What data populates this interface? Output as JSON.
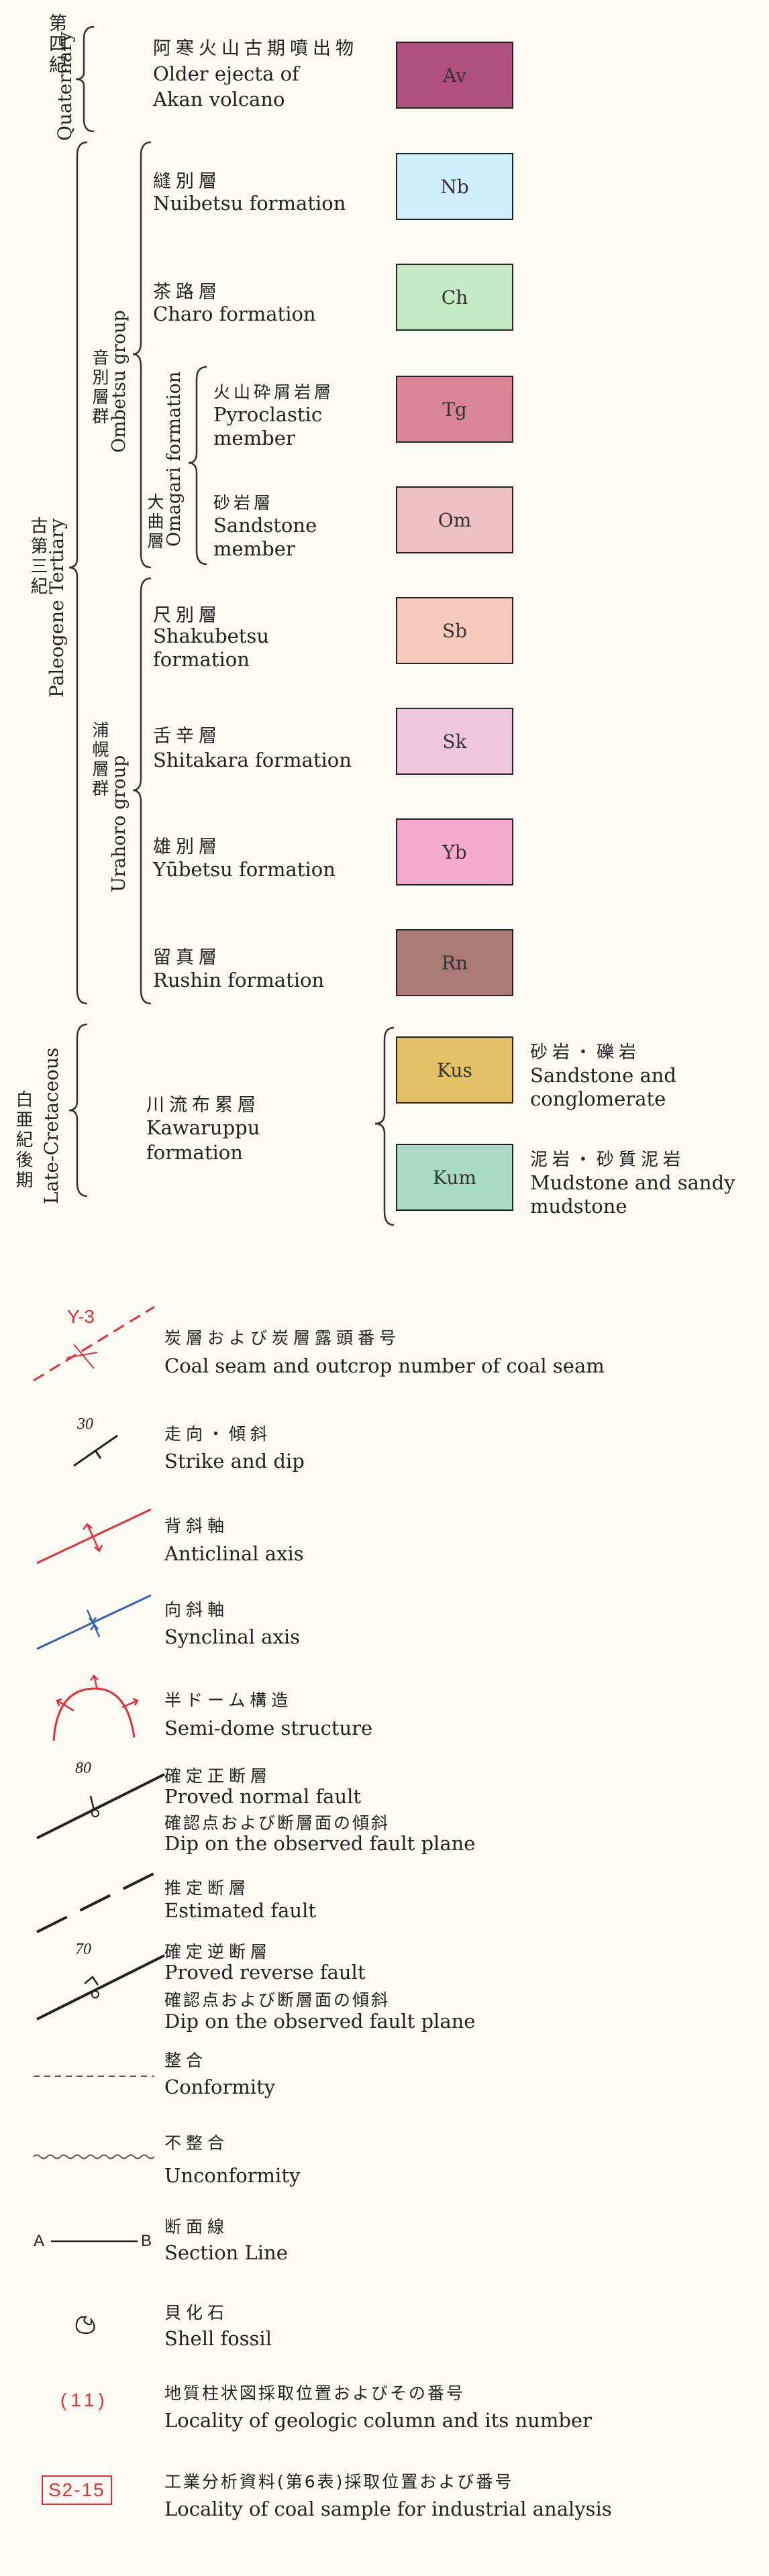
{
  "eras": {
    "quaternary": {
      "jp": "第四紀",
      "en": "Quaternary"
    },
    "tertiary": {
      "jp": "古第三紀",
      "en": "Paleogene Tertiary"
    },
    "cretaceous": {
      "jp": "白亜紀後期",
      "en": "Late-Cretaceous"
    }
  },
  "groups": {
    "ombetsu": {
      "jp": "音別層群",
      "en": "Ombetsu group"
    },
    "urahoro": {
      "jp": "浦幌層群",
      "en": "Urahoro group"
    },
    "omagari": {
      "jp": "大曲層",
      "en": "Omagari formation"
    }
  },
  "units": [
    {
      "jp": "阿寒火山古期噴出物",
      "en1": "Older ejecta of",
      "en2": "Akan volcano",
      "code": "Av",
      "color": "#b0507f"
    },
    {
      "jp": "縫別層",
      "en1": "Nuibetsu formation",
      "en2": "",
      "code": "Nb",
      "color": "#cfeefb"
    },
    {
      "jp": "茶路層",
      "en1": "Charo formation",
      "en2": "",
      "code": "Ch",
      "color": "#c6ebc4"
    },
    {
      "jp": "火山砕屑岩層",
      "en1": "Pyroclastic",
      "en2": "member",
      "code": "Tg",
      "color": "#d98595"
    },
    {
      "jp": "砂岩層",
      "en1": "Sandstone",
      "en2": "member",
      "code": "Om",
      "color": "#ecc1bf"
    },
    {
      "jp": "尺別層",
      "en1": "Shakubetsu",
      "en2": "formation",
      "code": "Sb",
      "color": "#f8c9bd"
    },
    {
      "jp": "舌辛層",
      "en1": "Shitakara formation",
      "en2": "",
      "code": "Sk",
      "color": "#efc7dd"
    },
    {
      "jp": "雄別層",
      "en1": "Yūbetsu formation",
      "en2": "",
      "code": "Yb",
      "color": "#f5aace"
    },
    {
      "jp": "留真層",
      "en1": "Rushin formation",
      "en2": "",
      "code": "Rn",
      "color": "#a97a74"
    },
    {
      "jp": "砂岩・礫岩",
      "en1": "Sandstone and",
      "en2": "conglomerate",
      "code": "Kus",
      "color": "#e3c065"
    },
    {
      "jp": "泥岩・砂質泥岩",
      "en1": "Mudstone and sandy",
      "en2": "mudstone",
      "code": "Kum",
      "color": "#a7dac7"
    }
  ],
  "kawaruppu": {
    "jp": "川流布累層",
    "en1": "Kawaruppu",
    "en2": "formation"
  },
  "symbols": [
    {
      "jp": "炭層および炭層露頭番号",
      "en": "Coal seam and outcrop number of coal seam",
      "tag": "Y-3"
    },
    {
      "jp": "走向・傾斜",
      "en": "Strike and dip",
      "tag": "30"
    },
    {
      "jp": "背斜軸",
      "en": "Anticlinal axis"
    },
    {
      "jp": "向斜軸",
      "en": "Synclinal axis"
    },
    {
      "jp": "半ドーム構造",
      "en": "Semi-dome structure"
    },
    {
      "jp": "確定正断層",
      "en": "Proved normal fault",
      "jp2": "確認点および断層面の傾斜",
      "en2": "Dip on the observed fault plane",
      "tag": "80"
    },
    {
      "jp": "推定断層",
      "en": "Estimated fault"
    },
    {
      "jp": "確定逆断層",
      "en": "Proved reverse fault",
      "jp2": "確認点および断層面の傾斜",
      "en2": "Dip on the observed fault plane",
      "tag": "70"
    },
    {
      "jp": "整合",
      "en": "Conformity"
    },
    {
      "jp": "不整合",
      "en": "Unconformity"
    },
    {
      "jp": "断面線",
      "en": "Section Line",
      "a": "A",
      "b": "B"
    },
    {
      "jp": "貝化石",
      "en": "Shell fossil"
    },
    {
      "jp": "地質柱状図採取位置およびその番号",
      "en": "Locality of geologic column and its number",
      "tag": "(11)"
    },
    {
      "jp": "工業分析資料(第6表)採取位置および番号",
      "en": "Locality of coal sample for industrial analysis",
      "tag": "S2-15"
    }
  ]
}
